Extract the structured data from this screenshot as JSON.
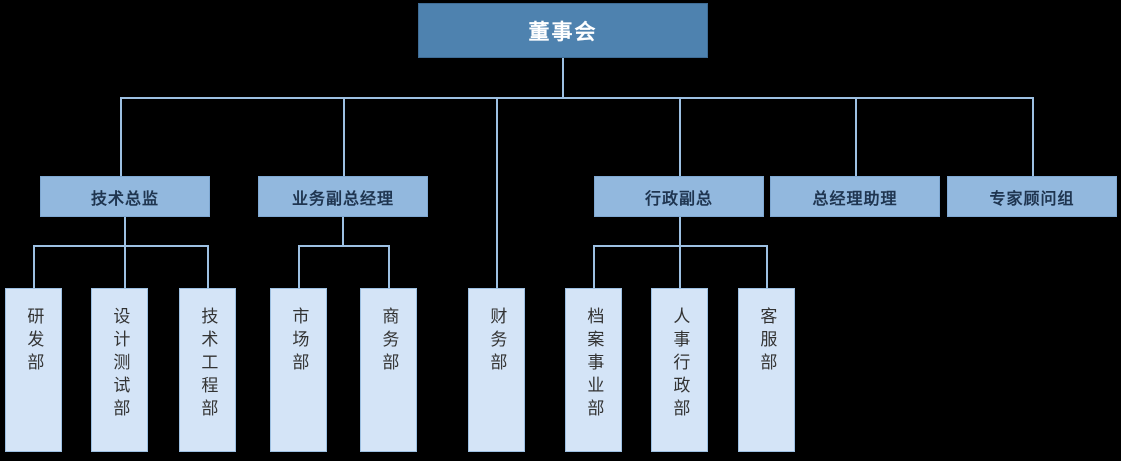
{
  "chart_title": "",
  "colors": {
    "background": "#000000",
    "root_fill": "#4E82AF",
    "root_border": "#3F6C95",
    "root_text": "#FFFFFF",
    "level2_fill": "#92B8DE",
    "level2_border": "#7FA8D2",
    "level2_text": "#1F3550",
    "leaf_fill": "#D4E4F7",
    "leaf_border": "#9DC0E2",
    "leaf_text": "#333333",
    "connector": "#9DC0E2"
  },
  "org": {
    "root": {
      "label": "董事会"
    },
    "level2": [
      {
        "id": "tech-director",
        "label": "技术总监"
      },
      {
        "id": "business-vp",
        "label": "业务副总经理"
      },
      {
        "id": "admin-vp",
        "label": "行政副总"
      },
      {
        "id": "gm-assistant",
        "label": "总经理助理"
      },
      {
        "id": "expert-advisory-group",
        "label": "专家顾问组"
      }
    ],
    "leaves": [
      {
        "id": "rd-dept",
        "label": "研发部",
        "parent": "tech-director"
      },
      {
        "id": "design-test-dept",
        "label": "设计测试部",
        "parent": "tech-director"
      },
      {
        "id": "tech-eng-dept",
        "label": "技术工程部",
        "parent": "tech-director"
      },
      {
        "id": "marketing-dept",
        "label": "市场部",
        "parent": "business-vp"
      },
      {
        "id": "commerce-dept",
        "label": "商务部",
        "parent": "business-vp"
      },
      {
        "id": "finance-dept",
        "label": "财务部",
        "parent": "root"
      },
      {
        "id": "archive-div",
        "label": "档案事业部",
        "parent": "admin-vp"
      },
      {
        "id": "hr-admin-dept",
        "label": "人事行政部",
        "parent": "admin-vp"
      },
      {
        "id": "support-dept",
        "label": "客服部",
        "parent": "admin-vp"
      }
    ]
  }
}
